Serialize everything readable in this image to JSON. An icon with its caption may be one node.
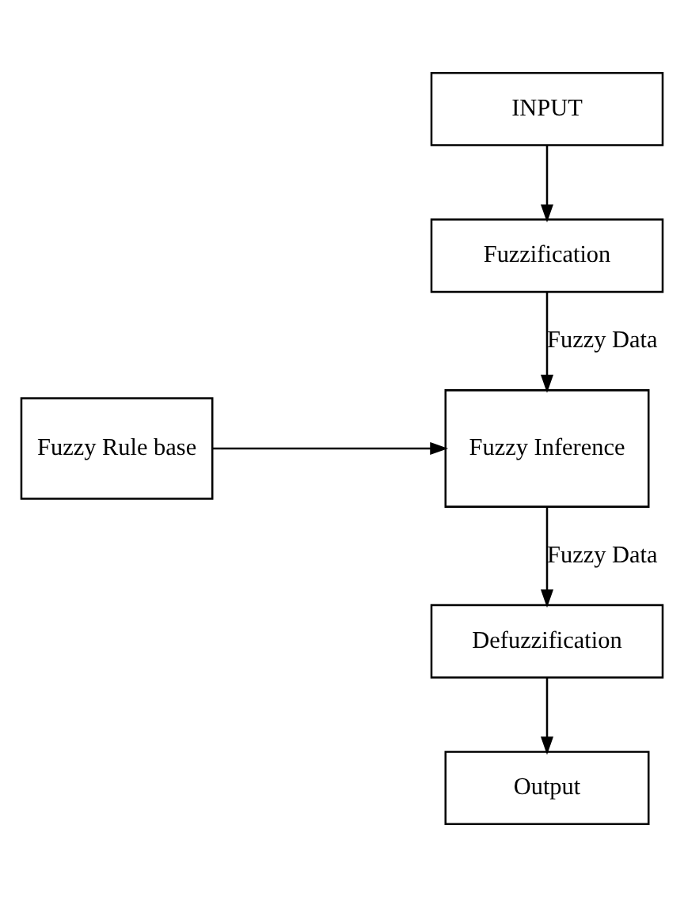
{
  "diagram": {
    "nodes": [
      {
        "text": [
          "INPUT"
        ]
      },
      {
        "text": [
          "Fuzzification"
        ]
      },
      {
        "text": [
          "Fuzzy Inference"
        ]
      },
      {
        "text": [
          "Fuzzy Rule base"
        ]
      },
      {
        "text": [
          "Defuzzification"
        ]
      },
      {
        "text": [
          "Output"
        ]
      }
    ],
    "edges": [
      {
        "from": 0,
        "to": 1,
        "arrow": "to"
      },
      {
        "from": 1,
        "to": 2,
        "arrow": "to",
        "label": "Fuzzy Data"
      },
      {
        "from": 3,
        "to": 2,
        "arrow": "to"
      },
      {
        "from": 2,
        "to": 4,
        "arrow": "to",
        "label": "Fuzzy Data"
      },
      {
        "from": 4,
        "to": 5,
        "arrow": "to"
      }
    ]
  }
}
